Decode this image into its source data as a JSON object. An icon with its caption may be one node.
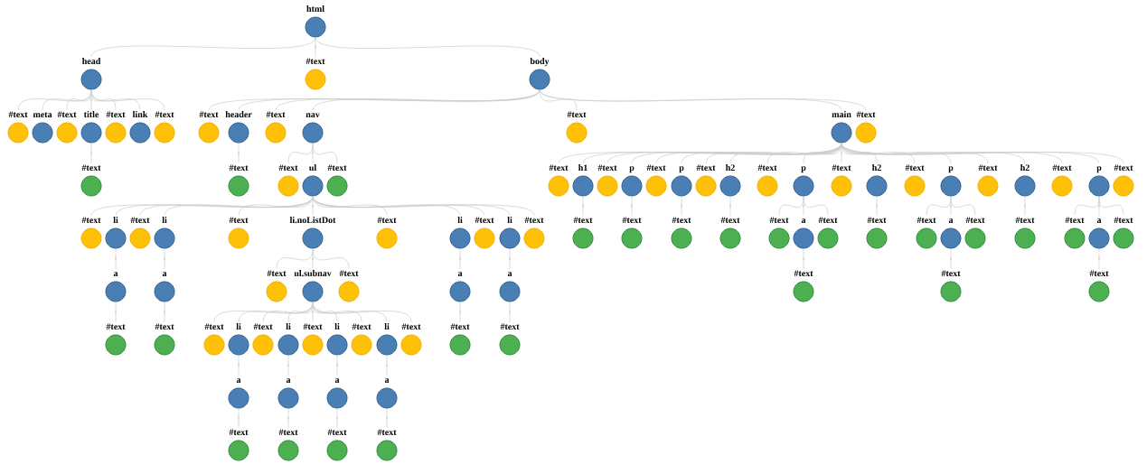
{
  "diagram": {
    "nodes": [
      {
        "text": [
          "html"
        ]
      },
      {
        "text": [
          "head"
        ]
      },
      {
        "text": [
          "#text"
        ]
      },
      {
        "text": [
          "body"
        ]
      },
      {
        "text": [
          "#text"
        ]
      },
      {
        "text": [
          "meta"
        ]
      },
      {
        "text": [
          "#text"
        ]
      },
      {
        "text": [
          "title"
        ]
      },
      {
        "text": [
          "#text"
        ]
      },
      {
        "text": [
          "link"
        ]
      },
      {
        "text": [
          "#text"
        ]
      },
      {
        "text": [
          "#text"
        ]
      },
      {
        "text": [
          "header"
        ]
      },
      {
        "text": [
          "#text"
        ]
      },
      {
        "text": [
          "nav"
        ]
      },
      {
        "text": [
          "#text"
        ]
      },
      {
        "text": [
          "main"
        ]
      },
      {
        "text": [
          "#text"
        ]
      },
      {
        "text": [
          "#text"
        ]
      },
      {
        "text": [
          "#text"
        ]
      },
      {
        "text": [
          "#text"
        ]
      },
      {
        "text": [
          "ul"
        ]
      },
      {
        "text": [
          "#text"
        ]
      },
      {
        "text": [
          "#text"
        ]
      },
      {
        "text": [
          "h1"
        ]
      },
      {
        "text": [
          "#text"
        ]
      },
      {
        "text": [
          "p"
        ]
      },
      {
        "text": [
          "#text"
        ]
      },
      {
        "text": [
          "p"
        ]
      },
      {
        "text": [
          "#text"
        ]
      },
      {
        "text": [
          "h2"
        ]
      },
      {
        "text": [
          "#text"
        ]
      },
      {
        "text": [
          "p"
        ]
      },
      {
        "text": [
          "#text"
        ]
      },
      {
        "text": [
          "h2"
        ]
      },
      {
        "text": [
          "#text"
        ]
      },
      {
        "text": [
          "p"
        ]
      },
      {
        "text": [
          "#text"
        ]
      },
      {
        "text": [
          "h2"
        ]
      },
      {
        "text": [
          "#text"
        ]
      },
      {
        "text": [
          "p"
        ]
      },
      {
        "text": [
          "#text"
        ]
      },
      {
        "text": [
          "#text"
        ]
      },
      {
        "text": [
          "li"
        ]
      },
      {
        "text": [
          "#text"
        ]
      },
      {
        "text": [
          "li"
        ]
      },
      {
        "text": [
          "#text"
        ]
      },
      {
        "text": [
          "li.noListDot"
        ]
      },
      {
        "text": [
          "#text"
        ]
      },
      {
        "text": [
          "li"
        ]
      },
      {
        "text": [
          "#text"
        ]
      },
      {
        "text": [
          "li"
        ]
      },
      {
        "text": [
          "#text"
        ]
      },
      {
        "text": [
          "#text"
        ]
      },
      {
        "text": [
          "#text"
        ]
      },
      {
        "text": [
          "#text"
        ]
      },
      {
        "text": [
          "#text"
        ]
      },
      {
        "text": [
          "#text"
        ]
      },
      {
        "text": [
          "a"
        ]
      },
      {
        "text": [
          "#text"
        ]
      },
      {
        "text": [
          "#text"
        ]
      },
      {
        "text": [
          "#text"
        ]
      },
      {
        "text": [
          "a"
        ]
      },
      {
        "text": [
          "#text"
        ]
      },
      {
        "text": [
          "#text"
        ]
      },
      {
        "text": [
          "#text"
        ]
      },
      {
        "text": [
          "a"
        ]
      },
      {
        "text": [
          "#text"
        ]
      },
      {
        "text": [
          "a"
        ]
      },
      {
        "text": [
          "a"
        ]
      },
      {
        "text": [
          "#text"
        ]
      },
      {
        "text": [
          "ul.subnav"
        ]
      },
      {
        "text": [
          "#text"
        ]
      },
      {
        "text": [
          "a"
        ]
      },
      {
        "text": [
          "a"
        ]
      },
      {
        "text": [
          "#text"
        ]
      },
      {
        "text": [
          "#text"
        ]
      },
      {
        "text": [
          "#text"
        ]
      },
      {
        "text": [
          "#text"
        ]
      },
      {
        "text": [
          "#text"
        ]
      },
      {
        "text": [
          "#text"
        ]
      },
      {
        "text": [
          "li"
        ]
      },
      {
        "text": [
          "#text"
        ]
      },
      {
        "text": [
          "li"
        ]
      },
      {
        "text": [
          "#text"
        ]
      },
      {
        "text": [
          "li"
        ]
      },
      {
        "text": [
          "#text"
        ]
      },
      {
        "text": [
          "li"
        ]
      },
      {
        "text": [
          "#text"
        ]
      },
      {
        "text": [
          "#text"
        ]
      },
      {
        "text": [
          "#text"
        ]
      },
      {
        "text": [
          "a"
        ]
      },
      {
        "text": [
          "a"
        ]
      },
      {
        "text": [
          "a"
        ]
      },
      {
        "text": [
          "a"
        ]
      },
      {
        "text": [
          "#text"
        ]
      },
      {
        "text": [
          "#text"
        ]
      },
      {
        "text": [
          "#text"
        ]
      },
      {
        "text": [
          "#text"
        ]
      }
    ],
    "edges": [
      {
        "from": 0,
        "to": 1,
        "arrow": "none"
      },
      {
        "from": 0,
        "to": 2,
        "arrow": "none"
      },
      {
        "from": 0,
        "to": 3,
        "arrow": "none"
      },
      {
        "from": 1,
        "to": 4,
        "arrow": "none"
      },
      {
        "from": 1,
        "to": 5,
        "arrow": "none"
      },
      {
        "from": 1,
        "to": 6,
        "arrow": "none"
      },
      {
        "from": 1,
        "to": 7,
        "arrow": "none"
      },
      {
        "from": 1,
        "to": 8,
        "arrow": "none"
      },
      {
        "from": 1,
        "to": 9,
        "arrow": "none"
      },
      {
        "from": 1,
        "to": 10,
        "arrow": "none"
      },
      {
        "from": 3,
        "to": 11,
        "arrow": "none"
      },
      {
        "from": 3,
        "to": 12,
        "arrow": "none"
      },
      {
        "from": 3,
        "to": 13,
        "arrow": "none"
      },
      {
        "from": 3,
        "to": 14,
        "arrow": "none"
      },
      {
        "from": 3,
        "to": 15,
        "arrow": "none"
      },
      {
        "from": 3,
        "to": 16,
        "arrow": "none"
      },
      {
        "from": 3,
        "to": 17,
        "arrow": "none"
      },
      {
        "from": 7,
        "to": 18,
        "arrow": "none"
      },
      {
        "from": 12,
        "to": 19,
        "arrow": "none"
      },
      {
        "from": 14,
        "to": 20,
        "arrow": "none"
      },
      {
        "from": 14,
        "to": 21,
        "arrow": "none"
      },
      {
        "from": 14,
        "to": 22,
        "arrow": "none"
      },
      {
        "from": 16,
        "to": 23,
        "arrow": "none"
      },
      {
        "from": 16,
        "to": 24,
        "arrow": "none"
      },
      {
        "from": 16,
        "to": 25,
        "arrow": "none"
      },
      {
        "from": 16,
        "to": 26,
        "arrow": "none"
      },
      {
        "from": 16,
        "to": 27,
        "arrow": "none"
      },
      {
        "from": 16,
        "to": 28,
        "arrow": "none"
      },
      {
        "from": 16,
        "to": 29,
        "arrow": "none"
      },
      {
        "from": 16,
        "to": 30,
        "arrow": "none"
      },
      {
        "from": 16,
        "to": 31,
        "arrow": "none"
      },
      {
        "from": 16,
        "to": 32,
        "arrow": "none"
      },
      {
        "from": 16,
        "to": 33,
        "arrow": "none"
      },
      {
        "from": 16,
        "to": 34,
        "arrow": "none"
      },
      {
        "from": 16,
        "to": 35,
        "arrow": "none"
      },
      {
        "from": 16,
        "to": 36,
        "arrow": "none"
      },
      {
        "from": 16,
        "to": 37,
        "arrow": "none"
      },
      {
        "from": 16,
        "to": 38,
        "arrow": "none"
      },
      {
        "from": 16,
        "to": 39,
        "arrow": "none"
      },
      {
        "from": 16,
        "to": 40,
        "arrow": "none"
      },
      {
        "from": 16,
        "to": 41,
        "arrow": "none"
      },
      {
        "from": 21,
        "to": 42,
        "arrow": "none"
      },
      {
        "from": 21,
        "to": 43,
        "arrow": "none"
      },
      {
        "from": 21,
        "to": 44,
        "arrow": "none"
      },
      {
        "from": 21,
        "to": 45,
        "arrow": "none"
      },
      {
        "from": 21,
        "to": 46,
        "arrow": "none"
      },
      {
        "from": 21,
        "to": 47,
        "arrow": "none"
      },
      {
        "from": 21,
        "to": 48,
        "arrow": "none"
      },
      {
        "from": 21,
        "to": 49,
        "arrow": "none"
      },
      {
        "from": 21,
        "to": 50,
        "arrow": "none"
      },
      {
        "from": 21,
        "to": 51,
        "arrow": "none"
      },
      {
        "from": 21,
        "to": 52,
        "arrow": "none"
      },
      {
        "from": 24,
        "to": 53,
        "arrow": "none"
      },
      {
        "from": 26,
        "to": 54,
        "arrow": "none"
      },
      {
        "from": 28,
        "to": 55,
        "arrow": "none"
      },
      {
        "from": 30,
        "to": 56,
        "arrow": "none"
      },
      {
        "from": 32,
        "to": 57,
        "arrow": "none"
      },
      {
        "from": 32,
        "to": 58,
        "arrow": "none"
      },
      {
        "from": 32,
        "to": 59,
        "arrow": "none"
      },
      {
        "from": 34,
        "to": 60,
        "arrow": "none"
      },
      {
        "from": 36,
        "to": 61,
        "arrow": "none"
      },
      {
        "from": 36,
        "to": 62,
        "arrow": "none"
      },
      {
        "from": 36,
        "to": 63,
        "arrow": "none"
      },
      {
        "from": 38,
        "to": 64,
        "arrow": "none"
      },
      {
        "from": 40,
        "to": 65,
        "arrow": "none"
      },
      {
        "from": 40,
        "to": 66,
        "arrow": "none"
      },
      {
        "from": 40,
        "to": 67,
        "arrow": "none"
      },
      {
        "from": 43,
        "to": 68,
        "arrow": "none"
      },
      {
        "from": 45,
        "to": 69,
        "arrow": "none"
      },
      {
        "from": 47,
        "to": 70,
        "arrow": "none"
      },
      {
        "from": 47,
        "to": 71,
        "arrow": "none"
      },
      {
        "from": 47,
        "to": 72,
        "arrow": "none"
      },
      {
        "from": 49,
        "to": 73,
        "arrow": "none"
      },
      {
        "from": 51,
        "to": 74,
        "arrow": "none"
      },
      {
        "from": 58,
        "to": 75,
        "arrow": "none"
      },
      {
        "from": 62,
        "to": 76,
        "arrow": "none"
      },
      {
        "from": 66,
        "to": 77,
        "arrow": "none"
      },
      {
        "from": 68,
        "to": 78,
        "arrow": "none"
      },
      {
        "from": 69,
        "to": 79,
        "arrow": "none"
      },
      {
        "from": 71,
        "to": 80,
        "arrow": "none"
      },
      {
        "from": 71,
        "to": 81,
        "arrow": "none"
      },
      {
        "from": 71,
        "to": 82,
        "arrow": "none"
      },
      {
        "from": 71,
        "to": 83,
        "arrow": "none"
      },
      {
        "from": 71,
        "to": 84,
        "arrow": "none"
      },
      {
        "from": 71,
        "to": 85,
        "arrow": "none"
      },
      {
        "from": 71,
        "to": 86,
        "arrow": "none"
      },
      {
        "from": 71,
        "to": 87,
        "arrow": "none"
      },
      {
        "from": 71,
        "to": 88,
        "arrow": "none"
      },
      {
        "from": 73,
        "to": 89,
        "arrow": "none"
      },
      {
        "from": 74,
        "to": 90,
        "arrow": "none"
      },
      {
        "from": 81,
        "to": 91,
        "arrow": "none"
      },
      {
        "from": 83,
        "to": 92,
        "arrow": "none"
      },
      {
        "from": 85,
        "to": 93,
        "arrow": "none"
      },
      {
        "from": 87,
        "to": 94,
        "arrow": "none"
      },
      {
        "from": 91,
        "to": 95,
        "arrow": "none"
      },
      {
        "from": 92,
        "to": 96,
        "arrow": "none"
      },
      {
        "from": 93,
        "to": 97,
        "arrow": "none"
      },
      {
        "from": 94,
        "to": 98,
        "arrow": "none"
      }
    ]
  }
}
